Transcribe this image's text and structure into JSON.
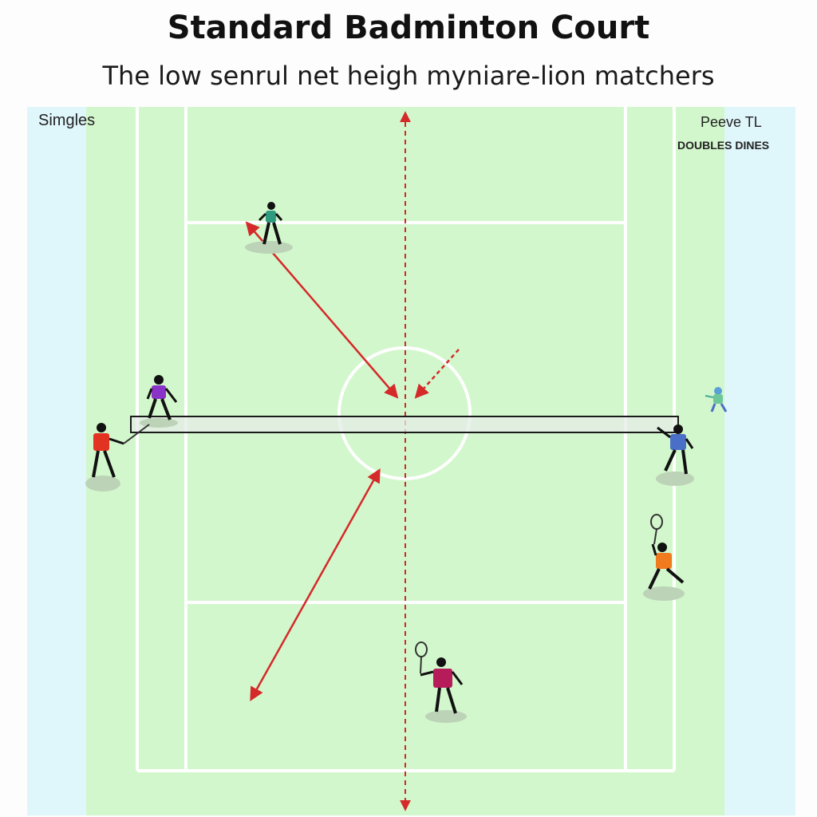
{
  "title": "Standard Badminton Court",
  "subtitle": "The low senrul net heigh myniare-lion matchers",
  "labels": {
    "singles": "Simgles",
    "top_right": "Peeve TL",
    "doubles": "DOUBLES DINES"
  },
  "colors": {
    "court": "#d3f7cc",
    "outer_band": "#dff6fb",
    "lines": "#ffffff",
    "arrows": "#d42a2a",
    "net": "#1a1a1a"
  },
  "players": [
    {
      "shirt": "#2e9a7f"
    },
    {
      "shirt": "#8a33c7"
    },
    {
      "shirt": "#e23322"
    },
    {
      "shirt": "#4a6fc7"
    },
    {
      "shirt": "#f07a1e"
    },
    {
      "shirt": "#b71c5a"
    }
  ]
}
